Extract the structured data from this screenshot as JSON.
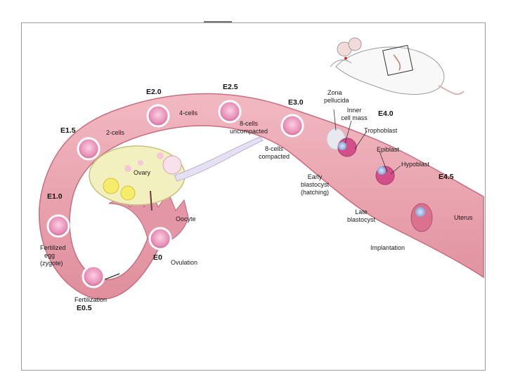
{
  "stages": {
    "e0": "E0",
    "e0_5": "E0.5",
    "e1_0": "E1.0",
    "e1_5": "E1.5",
    "e2_0": "E2.0",
    "e2_5": "E2.5",
    "e3_0": "E3.0",
    "e4_0": "E4.0",
    "e4_5": "E4.5"
  },
  "labels": {
    "ovary": "Ovary",
    "oocyte": "Oocyte",
    "ovulation": "Ovulation",
    "fertilization": "Fertilization",
    "fertilized_egg": [
      "Fertilized",
      "egg",
      "(zygote)"
    ],
    "two_cells": "2-cells",
    "four_cells": "4-cells",
    "eight_uncompacted": [
      "8-cells",
      "uncompacted"
    ],
    "eight_compacted": [
      "8-cells",
      "compacted"
    ],
    "zona_pellucida": [
      "Zona",
      "pellucida"
    ],
    "inner_cell_mass": [
      "Inner",
      "cell mass"
    ],
    "trophoblast": "Trophoblast",
    "epiblast": "Epiblast",
    "hypoblast": "Hypoblast",
    "early_blastocyst": [
      "Early",
      "blastocyst",
      "(hatching)"
    ],
    "late_blastocyst": [
      "Late",
      "blastocyst"
    ],
    "implantation": "Implantation",
    "uterus": "Uterus"
  },
  "colors": {
    "tube": "#e9a2ae",
    "tube_edge": "#c96d7f",
    "ovary": "#f3f0c0",
    "cell": "#e98fb6",
    "blastocyst_blue": "#8fb0e0"
  }
}
